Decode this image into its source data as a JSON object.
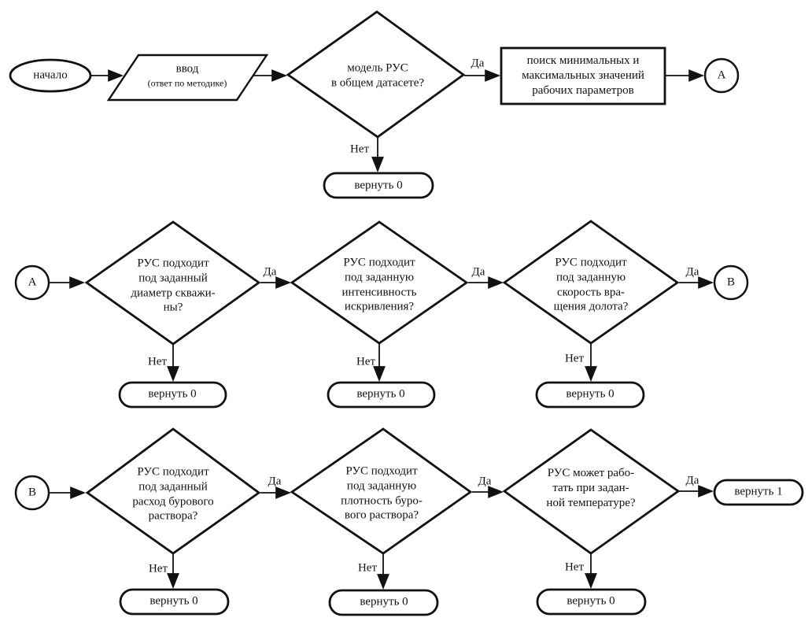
{
  "diagram": {
    "type": "flowchart",
    "language": "ru",
    "labels": {
      "yes": "Да",
      "no": "Нет"
    },
    "terminals": {
      "start": "начало",
      "return0": "вернуть 0",
      "return1": "вернуть 1"
    },
    "connectors": {
      "a": "А",
      "b": "В"
    },
    "io": {
      "input_title": "ввод",
      "input_subtitle": "(ответ по методике)"
    },
    "process": {
      "search_minmax": "поиск минимальных и\nмаксимальных значений\nрабочих параметров"
    },
    "decisions": {
      "model_in_dataset": "модель РУС\nв общем датасете?",
      "well_diameter": "РУС подходит\nпод заданный\nдиаметр скважи-\nны?",
      "curvature_intensity": "РУС подходит\nпод заданную\nинтенсивность\nискривления?",
      "bit_rotation_speed": "РУС подходит\nпод заданную\nскорость вра-\nщения долота?",
      "mud_flow_rate": "РУС подходит\nпод заданный\nрасход бурового\nраствора?",
      "mud_density": "РУС подходит\nпод заданную\nплотность буро-\nвого раствора?",
      "temperature": "РУС может рабо-\nтать при задан-\nной температуре?"
    },
    "edges": [
      {
        "from": "start",
        "to": "input",
        "label": ""
      },
      {
        "from": "input",
        "to": "model_in_dataset",
        "label": ""
      },
      {
        "from": "model_in_dataset",
        "to": "search_minmax",
        "label": "Да"
      },
      {
        "from": "model_in_dataset",
        "to": "return0",
        "label": "Нет"
      },
      {
        "from": "search_minmax",
        "to": "A",
        "label": ""
      },
      {
        "from": "A",
        "to": "well_diameter",
        "label": ""
      },
      {
        "from": "well_diameter",
        "to": "curvature_intensity",
        "label": "Да"
      },
      {
        "from": "well_diameter",
        "to": "return0",
        "label": "Нет"
      },
      {
        "from": "curvature_intensity",
        "to": "bit_rotation_speed",
        "label": "Да"
      },
      {
        "from": "curvature_intensity",
        "to": "return0",
        "label": "Нет"
      },
      {
        "from": "bit_rotation_speed",
        "to": "B",
        "label": "Да"
      },
      {
        "from": "bit_rotation_speed",
        "to": "return0",
        "label": "Нет"
      },
      {
        "from": "B",
        "to": "mud_flow_rate",
        "label": ""
      },
      {
        "from": "mud_flow_rate",
        "to": "mud_density",
        "label": "Да"
      },
      {
        "from": "mud_flow_rate",
        "to": "return0",
        "label": "Нет"
      },
      {
        "from": "mud_density",
        "to": "temperature",
        "label": "Да"
      },
      {
        "from": "mud_density",
        "to": "return0",
        "label": "Нет"
      },
      {
        "from": "temperature",
        "to": "return1",
        "label": "Да"
      },
      {
        "from": "temperature",
        "to": "return0",
        "label": "Нет"
      }
    ],
    "colors": {
      "stroke": "#111111",
      "background": "#ffffff"
    }
  }
}
